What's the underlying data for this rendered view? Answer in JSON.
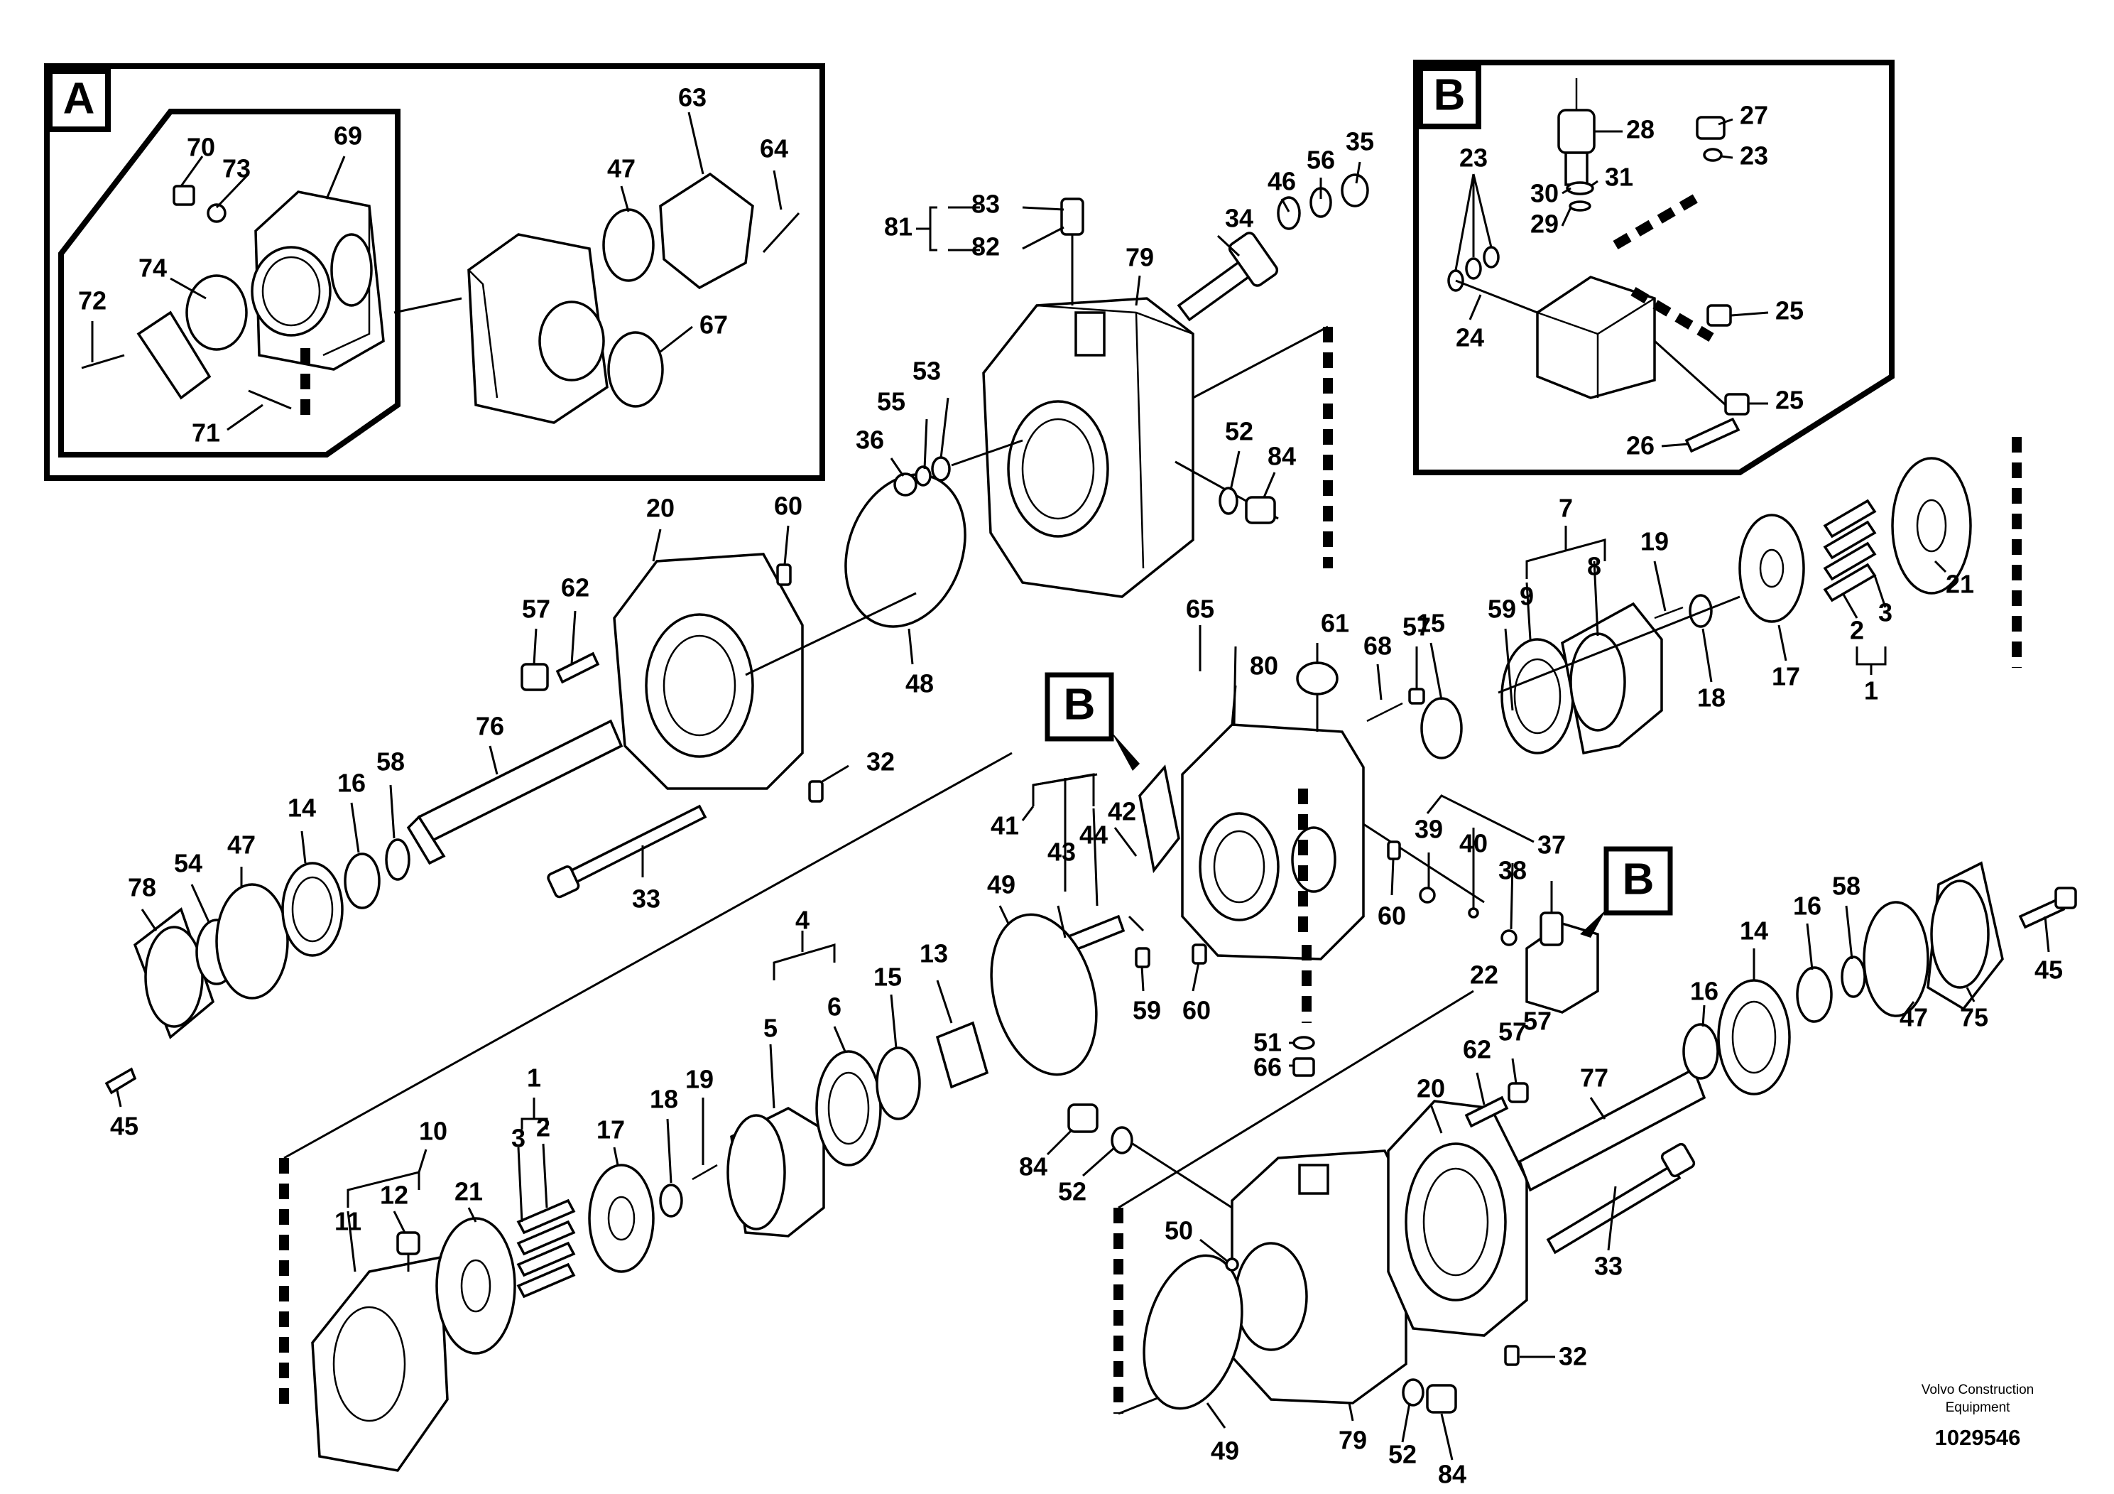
{
  "insets": {
    "a": {
      "tag": "A"
    },
    "b": {
      "tag": "B"
    }
  },
  "callouts": {
    "b_top": "B",
    "b_mid": "B"
  },
  "labels": {
    "l1a": "1",
    "l1b": "1",
    "l2a": "2",
    "l2b": "2",
    "l3a": "3",
    "l3b": "3",
    "l4": "4",
    "l5": "5",
    "l6": "6",
    "l7": "7",
    "l8": "8",
    "l9": "9",
    "l10": "10",
    "l11": "11",
    "l12": "12",
    "l13": "13",
    "l14a": "14",
    "l14b": "14",
    "l15a": "15",
    "l15b": "15",
    "l16a": "16",
    "l16b": "16",
    "l16c": "16",
    "l17a": "17",
    "l17b": "17",
    "l18a": "18",
    "l18b": "18",
    "l19a": "19",
    "l19b": "19",
    "l20a": "20",
    "l20b": "20",
    "l21a": "21",
    "l21b": "21",
    "l22": "22",
    "l23a": "23",
    "l23b": "23",
    "l24": "24",
    "l25a": "25",
    "l25b": "25",
    "l26": "26",
    "l27": "27",
    "l28": "28",
    "l29": "29",
    "l30": "30",
    "l31": "31",
    "l32a": "32",
    "l32b": "32",
    "l33a": "33",
    "l33b": "33",
    "l34": "34",
    "l35": "35",
    "l36": "36",
    "l37": "37",
    "l38": "38",
    "l39": "39",
    "l40": "40",
    "l41": "41",
    "l42": "42",
    "l43": "43",
    "l44": "44",
    "l45a": "45",
    "l45b": "45",
    "l46": "46",
    "l47a": "47",
    "l47b": "47",
    "l47c": "47",
    "l48": "48",
    "l49a": "49",
    "l49b": "49",
    "l50": "50",
    "l51": "51",
    "l52a": "52",
    "l52b": "52",
    "l52c": "52",
    "l53": "53",
    "l54": "54",
    "l55": "55",
    "l56": "56",
    "l57a": "57",
    "l57b": "57",
    "l57c": "57",
    "l58a": "58",
    "l58b": "58",
    "l59a": "59",
    "l59b": "59",
    "l60a": "60",
    "l60b": "60",
    "l60c": "60",
    "l61": "61",
    "l62a": "62",
    "l62b": "62",
    "l63": "63",
    "l64": "64",
    "l65": "65",
    "l66": "66",
    "l67": "67",
    "l68": "68",
    "l69": "69",
    "l70": "70",
    "l71": "71",
    "l72": "72",
    "l73": "73",
    "l74": "74",
    "l75": "75",
    "l76": "76",
    "l77": "77",
    "l78": "78",
    "l79a": "79",
    "l79b": "79",
    "l80": "80",
    "l81": "81",
    "l82": "82",
    "l83": "83",
    "l84a": "84",
    "l84b": "84",
    "l84c": "84"
  },
  "footer": {
    "company_line1": "Volvo Construction",
    "company_line2": "Equipment",
    "drawing_number": "1029546"
  }
}
